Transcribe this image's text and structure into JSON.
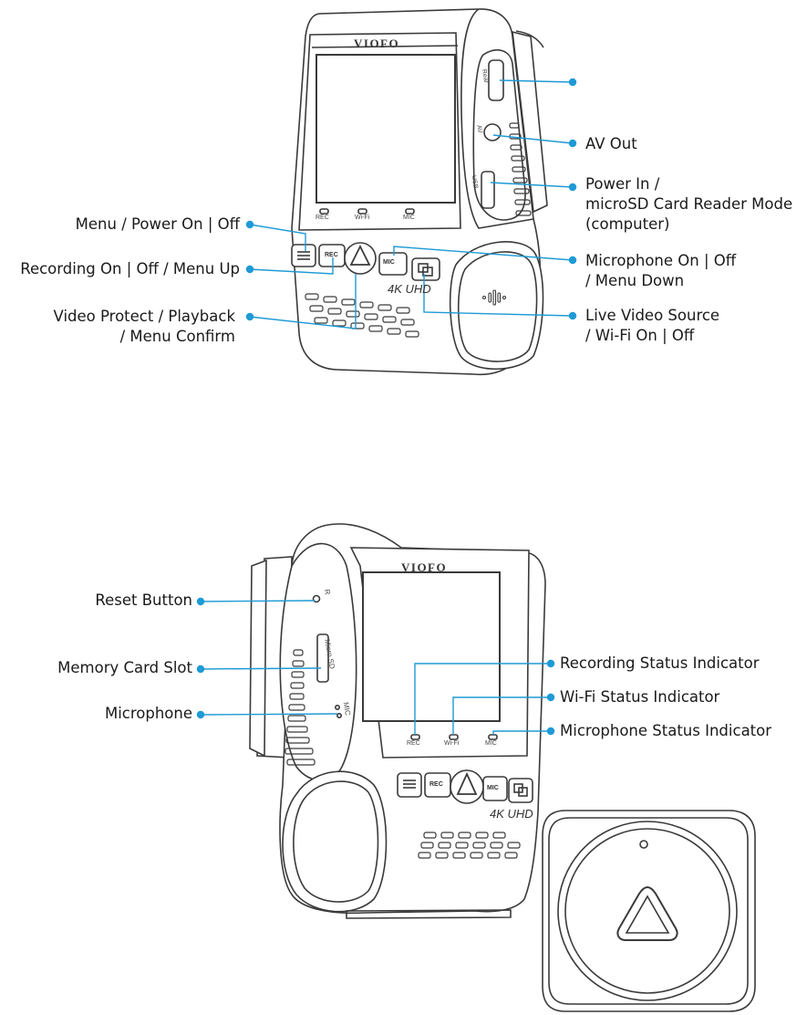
{
  "top_view": {
    "brand": "VIOFO",
    "screen_indicators": [
      "REC",
      "Wi-Fi",
      "MIC"
    ],
    "button_labels": {
      "rec": "REC",
      "mic": "MIC"
    },
    "badge": "4K UHD",
    "side_port_labels": {
      "rear": "Rear",
      "av": "AV",
      "usb": "USB"
    },
    "labels_left": [
      "Menu / Power On | Off",
      "Recording On | Off / Menu Up",
      "Video Protect / Playback",
      "/ Menu Confirm"
    ],
    "labels_right": {
      "av_out": "AV Out",
      "power_in": [
        "Power In /",
        "microSD Card Reader Mode",
        "(computer)"
      ],
      "microphone": [
        "Microphone On | Off",
        "/ Menu Down"
      ],
      "live_video": [
        "Live Video Source",
        "/ Wi-Fi On | Off"
      ]
    }
  },
  "bottom_view": {
    "brand": "VIOFO",
    "screen_indicators": [
      "REC",
      "Wi-Fi",
      "MIC"
    ],
    "button_labels": {
      "rec": "REC",
      "mic": "MIC"
    },
    "badge": "4K UHD",
    "side_labels": {
      "reset": "R",
      "card": "Micro SD",
      "mic": "MIC"
    },
    "labels_left": [
      "Reset Button",
      "Memory Card Slot",
      "Microphone"
    ],
    "labels_right": [
      "Recording Status Indicator",
      "Wi-Fi Status Indicator",
      "Microphone Status Indicator"
    ]
  },
  "colors": {
    "leader_line": "#1e9ad6",
    "outline": "#3a3a3a",
    "text": "#1a1a1a"
  }
}
